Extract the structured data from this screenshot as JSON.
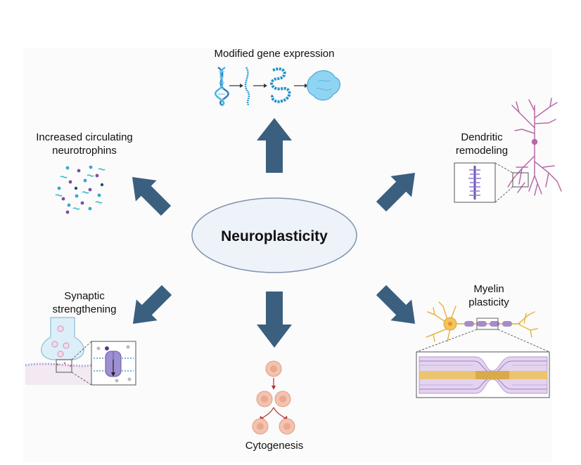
{
  "center": {
    "label": "Neuroplasticity"
  },
  "outcomes": {
    "gene_expression": "Modified gene expression",
    "neurotrophins_line1": "Increased circulating",
    "neurotrophins_line2": "neurotrophins",
    "dendritic_line1": "Dendritic",
    "dendritic_line2": "remodeling",
    "synaptic_line1": "Synaptic",
    "synaptic_line2": "strengthening",
    "myelin_line1": "Myelin",
    "myelin_line2": "plasticity",
    "cytogenesis": "Cytogenesis"
  },
  "colors": {
    "arrow": "#3b5f7e",
    "ellipse_fill": "#eef2f9",
    "ellipse_stroke": "#7f93ad",
    "dna": "#2a9fd6",
    "neuron_purple": "#b86aa8",
    "myelin": "#a58cc9",
    "axon": "#e8c15a",
    "cell": "#f1b8a3"
  }
}
